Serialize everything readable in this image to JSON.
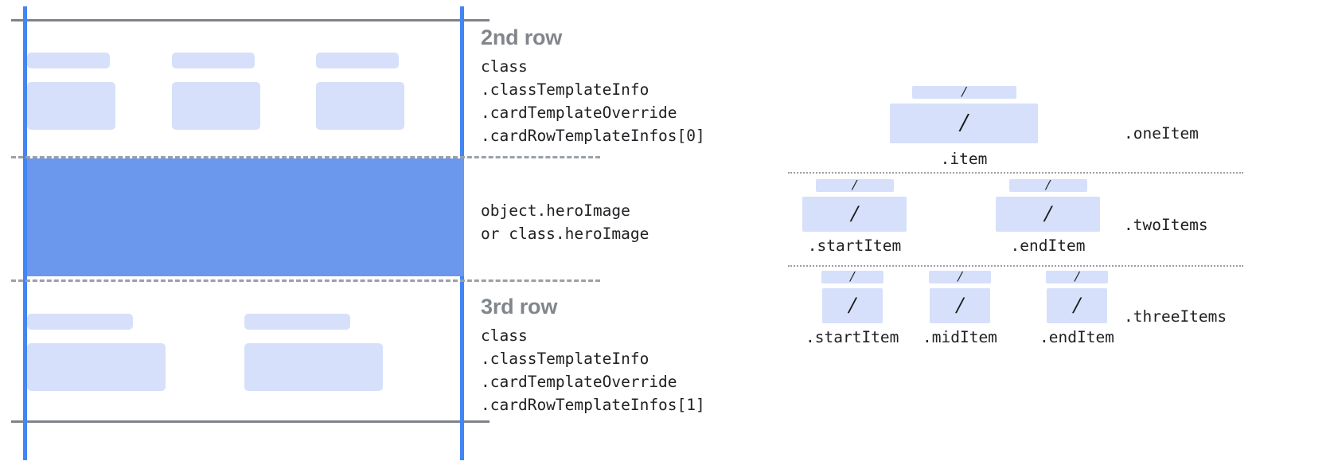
{
  "colors": {
    "accent_line": "#4285f4",
    "hero_fill": "#6b97ec",
    "chip_fill": "#d6e0fa",
    "rule": "#7f8389",
    "dashed_rule": "#9aa0a6",
    "heading_text": "#80868b",
    "body_text": "#202124"
  },
  "card": {
    "row2": {
      "title": "2nd row",
      "code": "class\n.classTemplateInfo\n.cardTemplateOverride\n.cardRowTemplateInfos[0]",
      "columns": 3
    },
    "hero": {
      "code": "object.heroImage\nor class.heroImage"
    },
    "row3": {
      "title": "3rd row",
      "code": "class\n.classTemplateInfo\n.cardTemplateOverride\n.cardRowTemplateInfos[1]",
      "columns": 2
    }
  },
  "item_layouts": [
    {
      "side_label": ".oneItem",
      "cells": [
        {
          "caption": ".item",
          "slash": "/"
        }
      ]
    },
    {
      "side_label": ".twoItems",
      "cells": [
        {
          "caption": ".startItem",
          "slash": "/"
        },
        {
          "caption": ".endItem",
          "slash": "/"
        }
      ]
    },
    {
      "side_label": ".threeItems",
      "cells": [
        {
          "caption": ".startItem",
          "slash": "/"
        },
        {
          "caption": ".midItem",
          "slash": "/"
        },
        {
          "caption": ".endItem",
          "slash": "/"
        }
      ]
    }
  ]
}
